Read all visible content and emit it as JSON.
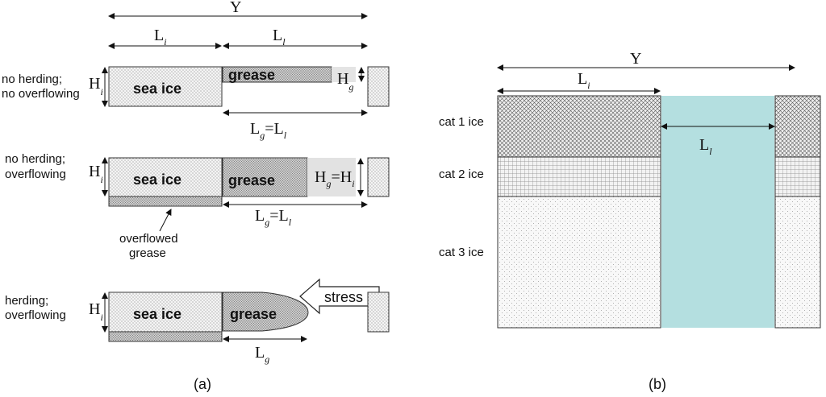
{
  "panel_a": {
    "caption": "(a)",
    "Y": "Y",
    "L": "L",
    "sub_i": "i",
    "sub_l": "l",
    "sub_g": "g",
    "H": "H",
    "eq": "=",
    "row1_label": [
      "no herding;",
      "no overflowing"
    ],
    "row2_label": [
      "no herding;",
      "overflowing"
    ],
    "row3_label": [
      "herding;",
      "overflowing"
    ],
    "sea_ice": "sea ice",
    "grease": "grease",
    "overflowed": [
      "overflowed",
      "grease"
    ],
    "stress": "stress"
  },
  "panel_b": {
    "caption": "(b)",
    "Y": "Y",
    "L": "L",
    "sub_i": "i",
    "sub_l": "l",
    "cat1": "cat 1 ice",
    "cat2": "cat 2 ice",
    "cat3": "cat 3 ice",
    "colors": {
      "open_water": "#b4dfe0"
    }
  }
}
